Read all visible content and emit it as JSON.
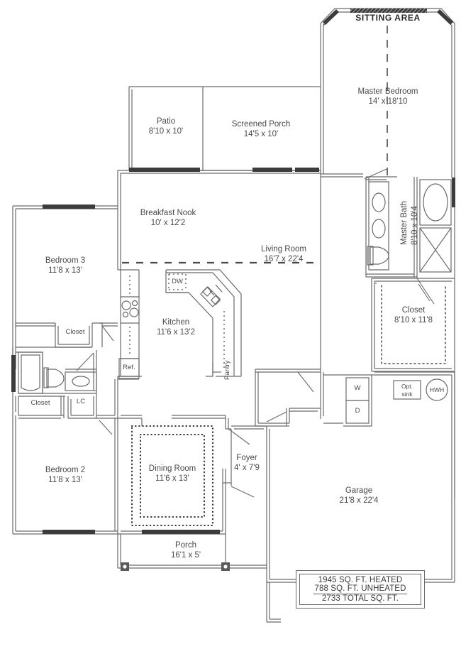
{
  "plan": {
    "title": "Single Story Floor Plan",
    "line_color": "#6a6a6a",
    "wall_fill": "#3c3c3c",
    "text_color": "#4a4a4a",
    "background": "#ffffff"
  },
  "rooms": [
    {
      "id": "sitting_area",
      "name": "SITTING AREA",
      "dim": ""
    },
    {
      "id": "master_bedroom",
      "name": "Master Bedroom",
      "dim": "14' x 18'10"
    },
    {
      "id": "master_bath",
      "name": "Master Bath",
      "dim": "8'10 x 10'4"
    },
    {
      "id": "master_closet",
      "name": "Closet",
      "dim": "8'10 x 11'8"
    },
    {
      "id": "patio",
      "name": "Patio",
      "dim": "8'10 x 10'"
    },
    {
      "id": "screened_porch",
      "name": "Screened Porch",
      "dim": "14'5 x 10'"
    },
    {
      "id": "breakfast_nook",
      "name": "Breakfast Nook",
      "dim": "10' x 12'2"
    },
    {
      "id": "living_room",
      "name": "Living Room",
      "dim": "16'7 x 22'4"
    },
    {
      "id": "kitchen",
      "name": "Kitchen",
      "dim": "11'6 x 13'2"
    },
    {
      "id": "bedroom_3",
      "name": "Bedroom 3",
      "dim": "11'8 x 13'"
    },
    {
      "id": "bedroom_2",
      "name": "Bedroom 2",
      "dim": "11'8 x 13'"
    },
    {
      "id": "dining_room",
      "name": "Dining Room",
      "dim": "11'6 x 13'"
    },
    {
      "id": "foyer",
      "name": "Foyer",
      "dim": "4' x 7'9"
    },
    {
      "id": "garage",
      "name": "Garage",
      "dim": "21'8 x 22'4"
    },
    {
      "id": "porch",
      "name": "Porch",
      "dim": "16'1 x 5'"
    }
  ],
  "closets": {
    "bedroom3_closet": "Closet",
    "bedroom2_closet": "Closet",
    "linen_closet": "LC"
  },
  "fixtures": {
    "dishwasher": "DW",
    "refrigerator": "Ref.",
    "pantry": "Pantry",
    "washer": "W",
    "dryer": "D",
    "optional_sink_line1": "Opt.",
    "optional_sink_line2": "sink",
    "hot_water_heater": "HWH"
  },
  "area_box": {
    "heated": "1945 SQ. FT. HEATED",
    "unheated": "788 SQ. FT. UNHEATED",
    "total": "2733 TOTAL SQ. FT."
  }
}
